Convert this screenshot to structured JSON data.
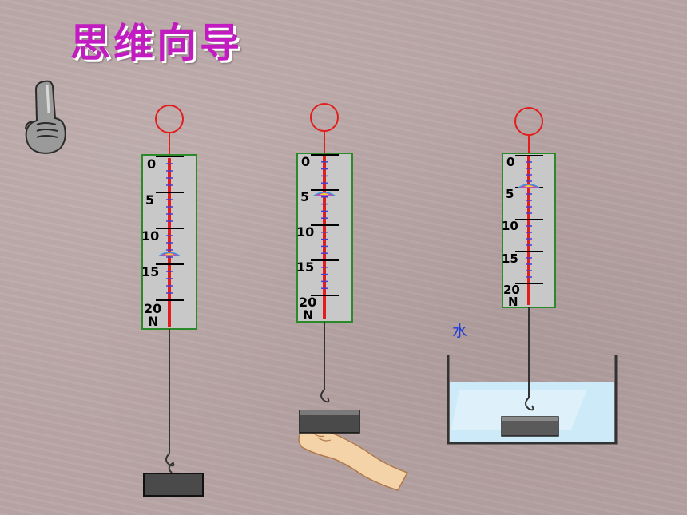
{
  "title": "思维向导",
  "water_label": "水",
  "scales": [
    {
      "labels": [
        "0",
        "5",
        "10",
        "15",
        "20"
      ],
      "unit": "N",
      "reading": 13.8
    },
    {
      "labels": [
        "0",
        "5",
        "10",
        "15",
        "20"
      ],
      "unit": "N",
      "reading": 5.8
    },
    {
      "labels": [
        "0",
        "5",
        "10",
        "15",
        "20"
      ],
      "unit": "N",
      "reading": 5.0
    }
  ],
  "colors": {
    "title": "#c21bc2",
    "frame": "#2a8a2a",
    "spring": "#e31c1c",
    "ring": "#e31c1c",
    "water": "#cdeaf8",
    "tank": "#333333",
    "block": "#4a4a4a"
  },
  "icons": {
    "pointer": "pointing-hand-icon",
    "hand": "holding-hand-icon"
  }
}
